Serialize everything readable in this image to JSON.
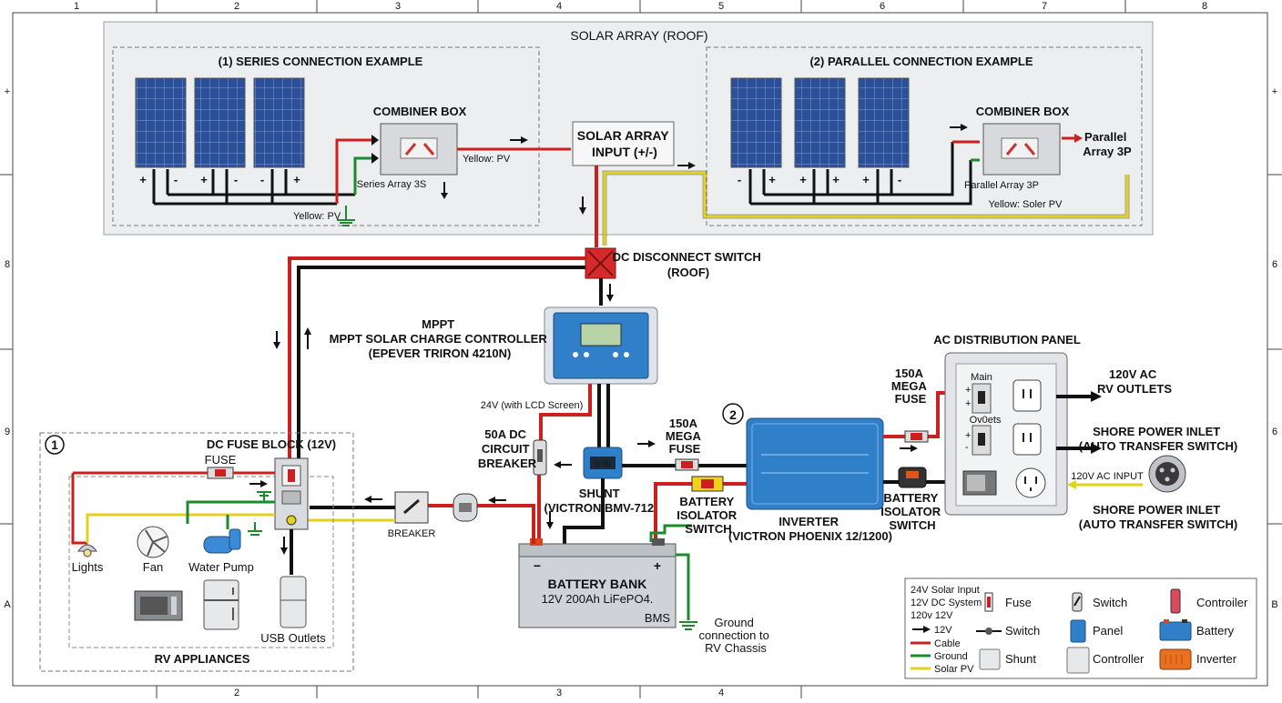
{
  "frame": {
    "top_columns": [
      "1",
      "2",
      "3",
      "4",
      "5",
      "6",
      "7",
      "8"
    ],
    "bottom_columns": [
      "2",
      "3",
      "4"
    ],
    "left_rows": [
      "+",
      "8",
      "9",
      "A"
    ],
    "right_rows": [
      "+",
      "6",
      "6",
      "B"
    ]
  },
  "roof": {
    "title": "SOLAR ARRAY (ROOF)",
    "series": {
      "title": "(1) SERIES CONNECTION EXAMPLE",
      "panel_terms": [
        [
          "+",
          "-"
        ],
        [
          "+",
          "-"
        ],
        [
          "-",
          "+"
        ]
      ],
      "combiner": "COMBINER BOX",
      "array_label": "Series Array 3S",
      "out_label": "Yellow: PV",
      "yellow_label": "Yellow: PV"
    },
    "input_box": "SOLAR ARRAY\nINPUT (+/-)",
    "parallel": {
      "title": "(2) PARALLEL CONNECTION EXAMPLE",
      "panel_terms": [
        [
          "-",
          "+"
        ],
        [
          "+",
          "+"
        ],
        [
          "+",
          "-"
        ]
      ],
      "combiner": "COMBINER BOX",
      "array_label": "Parallel Array 3P",
      "out_label": "Parallel\nArray 3P",
      "yellow_label": "Yellow: Soler PV"
    }
  },
  "disconnect": {
    "label": "DC DISCONNECT SWITCH\n(ROOF)"
  },
  "mppt": {
    "title": "MPPT\nMPPT SOLAR CHARGE CONTROLLER\n(EPEVER TRIRON 4210N)",
    "note": "24V (with LCD Screen)"
  },
  "dc_breaker": {
    "label": "50A DC\nCIRCUIT\nBREAKER"
  },
  "shunt": {
    "label": "SHUNT\n(VICTRON BMV-712)",
    "screen": "0.00"
  },
  "mega_fuse_left": {
    "label": "150A\nMEGA\nFUSE"
  },
  "mega_fuse_right": {
    "label": "150A\nMEGA\nFUSE"
  },
  "battery_isolator_left": {
    "label": "BATTERY\nISOLATOR\nSWITCH"
  },
  "battery_isolator_right": {
    "label": "BATTERY\nISOLATOR\nSWITCH"
  },
  "inverter": {
    "label": "INVERTER\n(VICTRON PHOENIX 12/1200)",
    "badge": "2"
  },
  "battery": {
    "minus": "−",
    "plus": "+",
    "title": "BATTERY BANK",
    "spec": "12V 200Ah LiFePO4.",
    "bms": "BMS"
  },
  "ground": {
    "label": "Ground\nconnection to\nRV Chassis"
  },
  "ac_panel": {
    "title": "AC DISTRIBUTION PANEL",
    "main": "Main",
    "outlets": "Ov0ets",
    "ac_in": "120V AC INPUT",
    "rv_outlets": "120V AC\nRV OUTLETS"
  },
  "shore": {
    "top": "SHORE POWER INLET\n(AUTO TRANSFER SWITCH)",
    "bottom": "SHORE POWER INLET\n(AUTO TRANSFER SWITCH)"
  },
  "rv": {
    "badge": "1",
    "fuse_block": "DC FUSE BLOCK (12V)",
    "fuse": "FUSE",
    "breaker": "BREAKER",
    "lights": "Lights",
    "fan": "Fan",
    "pump": "Water Pump",
    "usb": "USB Outlets",
    "appliances": "RV APPLIANCES"
  },
  "legend": {
    "lines": [
      "24V Solar Input",
      "12V DC System",
      "120v 12V",
      "12V",
      "Cable",
      "Ground",
      "Solar PV"
    ],
    "items": [
      "Fuse",
      "Switch",
      "Controiler",
      "Switch",
      "Panel",
      "Battery",
      "Shunt",
      "Controller",
      "Inverter"
    ]
  },
  "colors": {
    "red": "#cc1f1f",
    "black": "#111111",
    "green": "#1e8a2e",
    "yellow": "#e3d21c",
    "roof_bg": "#eceef0",
    "panel_blue": "#2c4f9a",
    "device_blue": "#2f7fc9"
  }
}
